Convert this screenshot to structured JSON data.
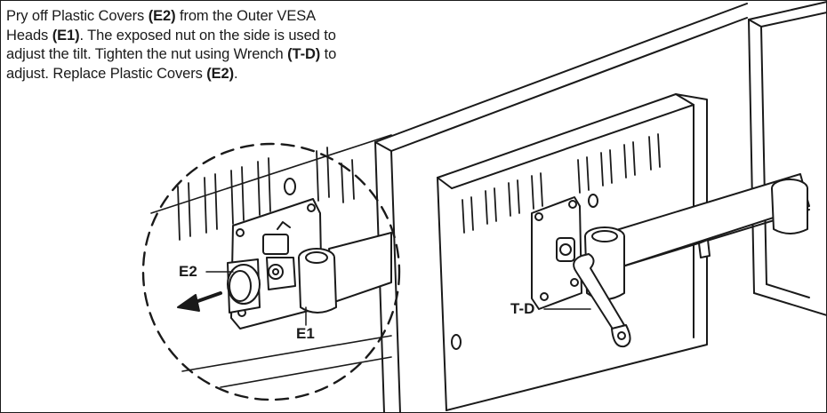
{
  "instructions": {
    "p1": "Pry off Plastic Covers ",
    "b1": "(E2)",
    "p2": " from the Outer VESA Heads ",
    "b2": "(E1)",
    "p3": ". The exposed nut on the side is used to adjust the tilt. Tighten the nut using Wrench ",
    "b3": "(T-D)",
    "p4": " to adjust. Replace Plastic Covers ",
    "b4": "(E2)",
    "p5": "."
  },
  "labels": {
    "e2": "E2",
    "e1": "E1",
    "td": "T-D"
  },
  "colors": {
    "line": "#1a1a1a",
    "paper": "#ffffff"
  }
}
